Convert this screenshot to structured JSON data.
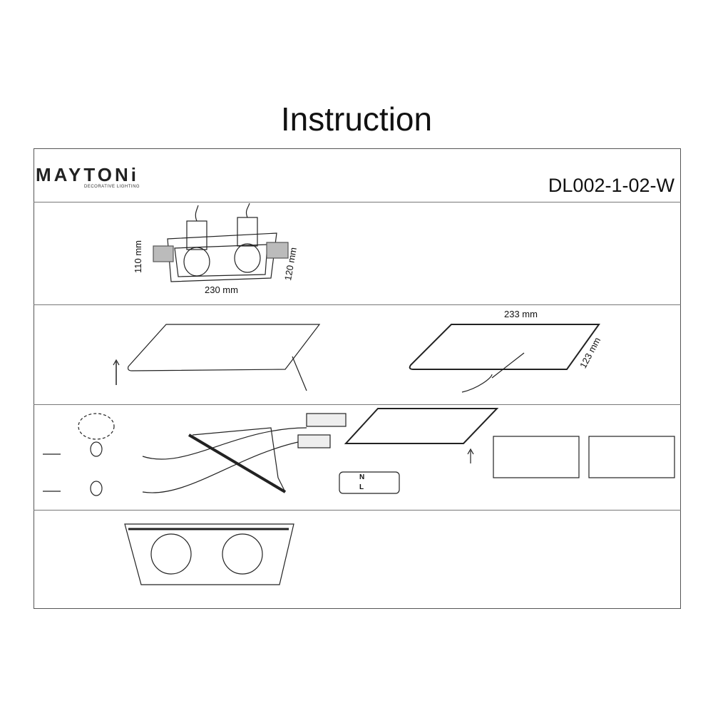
{
  "title": "Instruction",
  "brand": {
    "name": "MAYTONi",
    "tagline": "DECORATIVE LIGHTING"
  },
  "model": "DL002-1-02-W",
  "step1": {
    "height": "110 mm",
    "depth": "120 mm",
    "width": "230 mm"
  },
  "step2": {
    "cut_width": "233 mm",
    "cut_height": "123 mm"
  },
  "step3": {
    "terminal_n": "N",
    "terminal_l": "L"
  }
}
